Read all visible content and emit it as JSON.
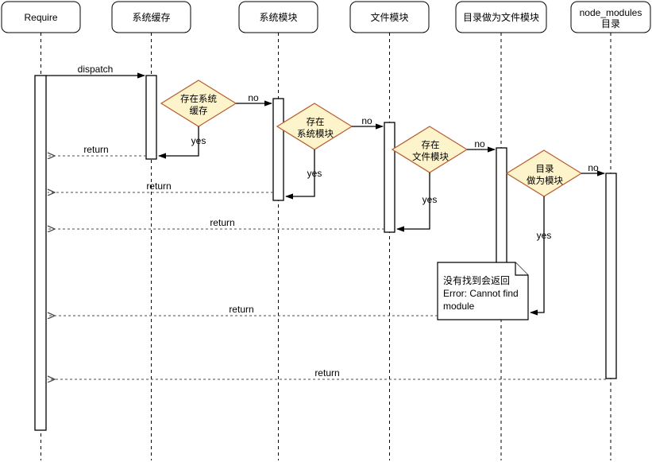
{
  "diagram": {
    "title": "Node.js require module resolution sequence diagram",
    "colors": {
      "decision_fill": "#fdf4cc",
      "decision_stroke": "#b85c2e",
      "line": "#000000",
      "dashed_return": "#4d4d4d",
      "background": "#ffffff"
    },
    "participants": [
      {
        "id": "require",
        "label": "Require",
        "label_lines": [
          "Require"
        ]
      },
      {
        "id": "sys_cache",
        "label": "系统缓存",
        "label_lines": [
          "系统缓存"
        ]
      },
      {
        "id": "sys_module",
        "label": "系统模块",
        "label_lines": [
          "系统模块"
        ]
      },
      {
        "id": "file_module",
        "label": "文件模块",
        "label_lines": [
          "文件模块"
        ]
      },
      {
        "id": "dir_as_file",
        "label": "目录做为文件模块",
        "label_lines": [
          "目录做为文件模块"
        ]
      },
      {
        "id": "node_modules",
        "label": "node_modules 目录",
        "label_lines": [
          "node_modules",
          "目录"
        ]
      }
    ],
    "messages": [
      {
        "id": "m1",
        "label": "dispatch",
        "kind": "call",
        "from": "require",
        "to": "sys_cache"
      },
      {
        "id": "m2",
        "label": "return",
        "kind": "return",
        "from": "sys_cache",
        "to": "require"
      },
      {
        "id": "m3",
        "label": "return",
        "kind": "return",
        "from": "sys_module",
        "to": "require"
      },
      {
        "id": "m4",
        "label": "return",
        "kind": "return",
        "from": "file_module",
        "to": "require"
      },
      {
        "id": "m5",
        "label": "return",
        "kind": "return",
        "from": "dir_as_file",
        "to": "require"
      },
      {
        "id": "m6",
        "label": "return",
        "kind": "return",
        "from": "node_modules",
        "to": "require"
      }
    ],
    "decisions": [
      {
        "id": "d1",
        "label_lines": [
          "存在系统",
          "缓存"
        ],
        "yes_label": "yes",
        "no_label": "no",
        "yes_target": "sys_cache",
        "no_target": "sys_module"
      },
      {
        "id": "d2",
        "label_lines": [
          "存在",
          "系统模块"
        ],
        "yes_label": "yes",
        "no_label": "no",
        "yes_target": "sys_module",
        "no_target": "file_module"
      },
      {
        "id": "d3",
        "label_lines": [
          "存在",
          "文件模块"
        ],
        "yes_label": "yes",
        "no_label": "no",
        "yes_target": "file_module",
        "no_target": "dir_as_file"
      },
      {
        "id": "d4",
        "label_lines": [
          "目录",
          "做为模块"
        ],
        "yes_label": "yes",
        "no_label": "no",
        "yes_target": "note_not_found",
        "no_target": "node_modules"
      }
    ],
    "note": {
      "id": "note_not_found",
      "lines": [
        "没有找到会返回",
        "Error: Cannot find",
        "module"
      ]
    }
  }
}
